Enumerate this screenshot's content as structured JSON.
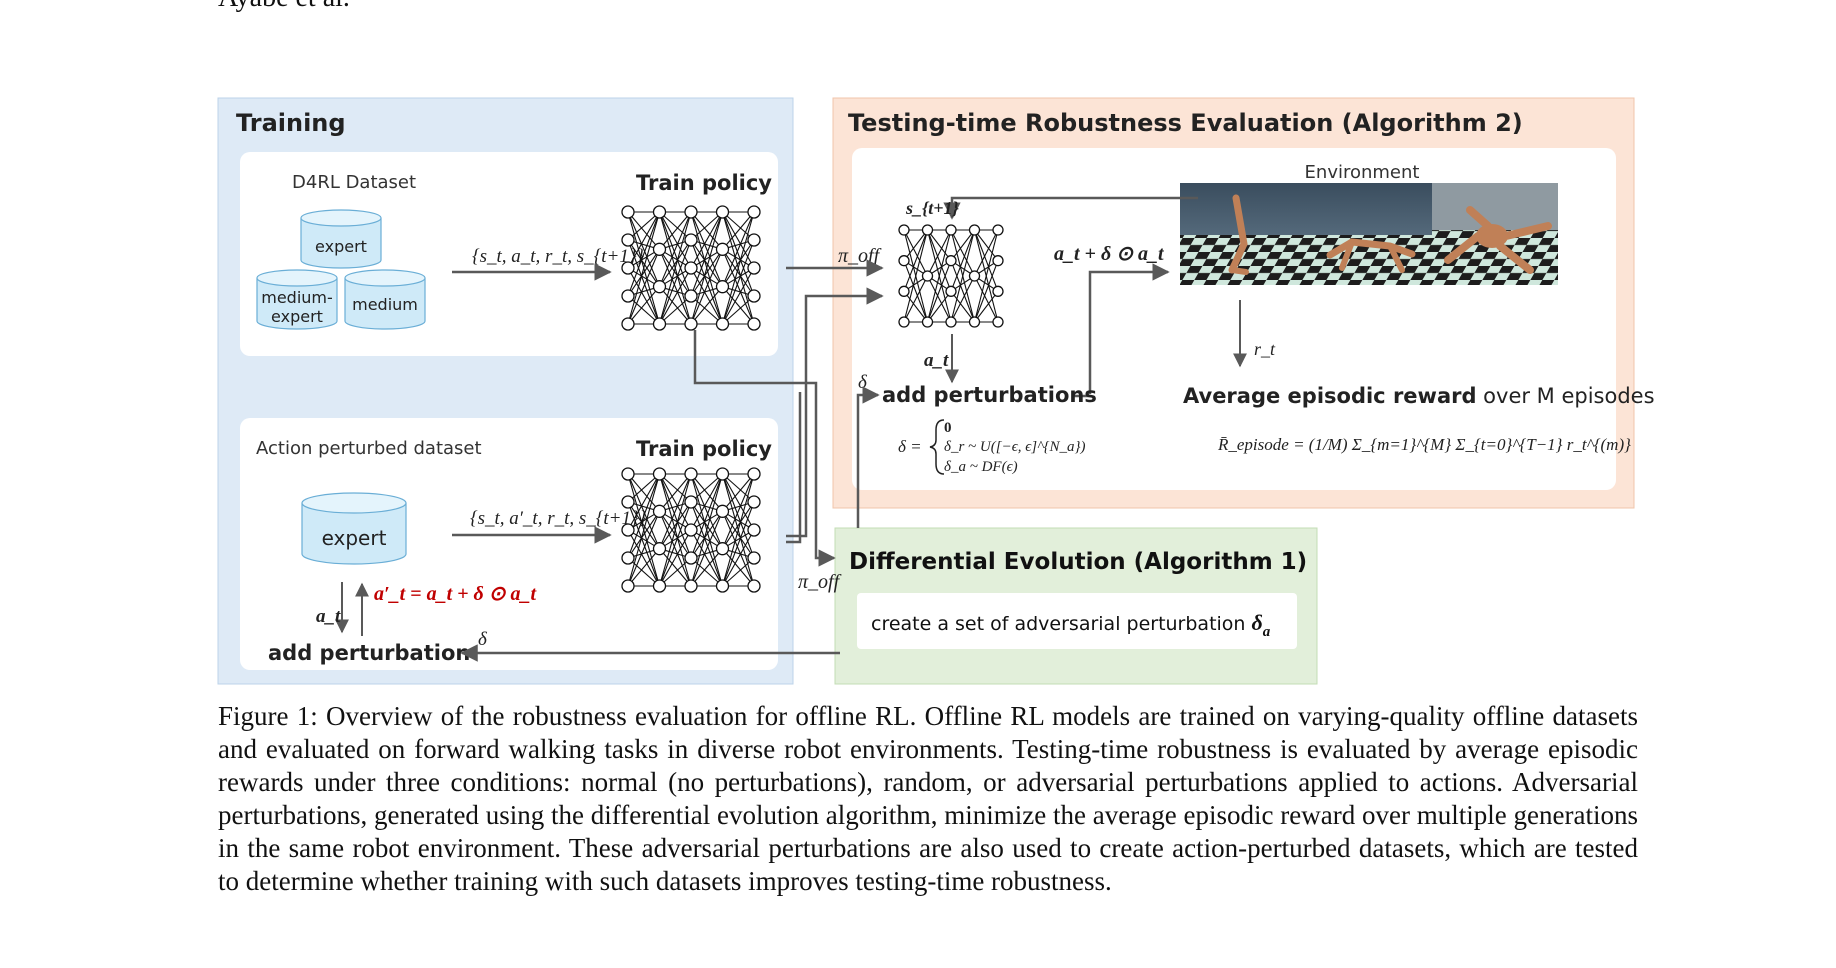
{
  "header": {
    "running_title": "Ayabe et al."
  },
  "figure": {
    "training": {
      "title": "Training",
      "top": {
        "dataset_label": "D4RL Dataset",
        "cylinders": [
          "expert",
          "medium-",
          "expert",
          "medium"
        ],
        "transition": "{s_t, a_t, r_t, s_{t+1}}",
        "train_policy": "Train policy"
      },
      "bottom": {
        "dataset_label": "Action perturbed dataset",
        "cylinder": "expert",
        "transition": "{s_t, a′_t, r_t, s_{t+1}}",
        "train_policy": "Train policy",
        "equation": "a′_t = a_t + δ ⊙ a_t",
        "a_t": "a_t",
        "add_perturbation": "add perturbation",
        "delta": "δ"
      }
    },
    "testing": {
      "title": "Testing-time Robustness Evaluation (Algorithm 2)",
      "environment": "Environment",
      "s_next": "s_{t+1}",
      "pi_off": "π_off",
      "action_expr": "a_t + δ ⊙ a_t",
      "a_t": "a_t",
      "r_t": "r_t",
      "delta": "δ",
      "add_perturbations": "add perturbations",
      "delta_def": {
        "lhs": "δ =",
        "cases": [
          "0",
          "δ_r ~ U([−ϵ, ϵ]^{N_a})",
          "δ_a ~ DF(ϵ)"
        ]
      },
      "avg_reward_bold": "Average episodic reward",
      "avg_reward_rest": " over M episodes",
      "formula": "R̄_episode = (1/M) Σ_{m=1}^{M} Σ_{t=0}^{T−1} r_t^{(m)}"
    },
    "de": {
      "title": "Differential Evolution (Algorithm 1)",
      "box_text": "create a  set of adversarial perturbation ",
      "box_symbol": "δ",
      "box_sub": "a",
      "pi_off": "π_off",
      "delta": "δ"
    },
    "colors": {
      "training_bg": "#deeaf6",
      "testing_bg": "#fce4d6",
      "de_bg": "#e2efda",
      "cylinder_fill": "#cfeaf8",
      "cylinder_stroke": "#6aaed6",
      "accent_red": "#c00000",
      "arrow": "#595959"
    }
  },
  "caption": {
    "label": "Figure 1:",
    "text": " Overview of the robustness evaluation for offline RL. Offline RL models are trained on varying-quality offline datasets and evaluated on forward walking tasks in diverse robot environments. Testing-time robustness is evaluated by average episodic rewards under three conditions: normal (no perturbations), random, or adversarial perturbations applied to actions. Adversarial perturbations, generated using the differential evolution algorithm, minimize the average episodic reward over multiple generations in the same robot environment. These adversarial perturbations are also used to create action-perturbed datasets, which are tested to determine whether training with such datasets improves testing-time robustness."
  }
}
